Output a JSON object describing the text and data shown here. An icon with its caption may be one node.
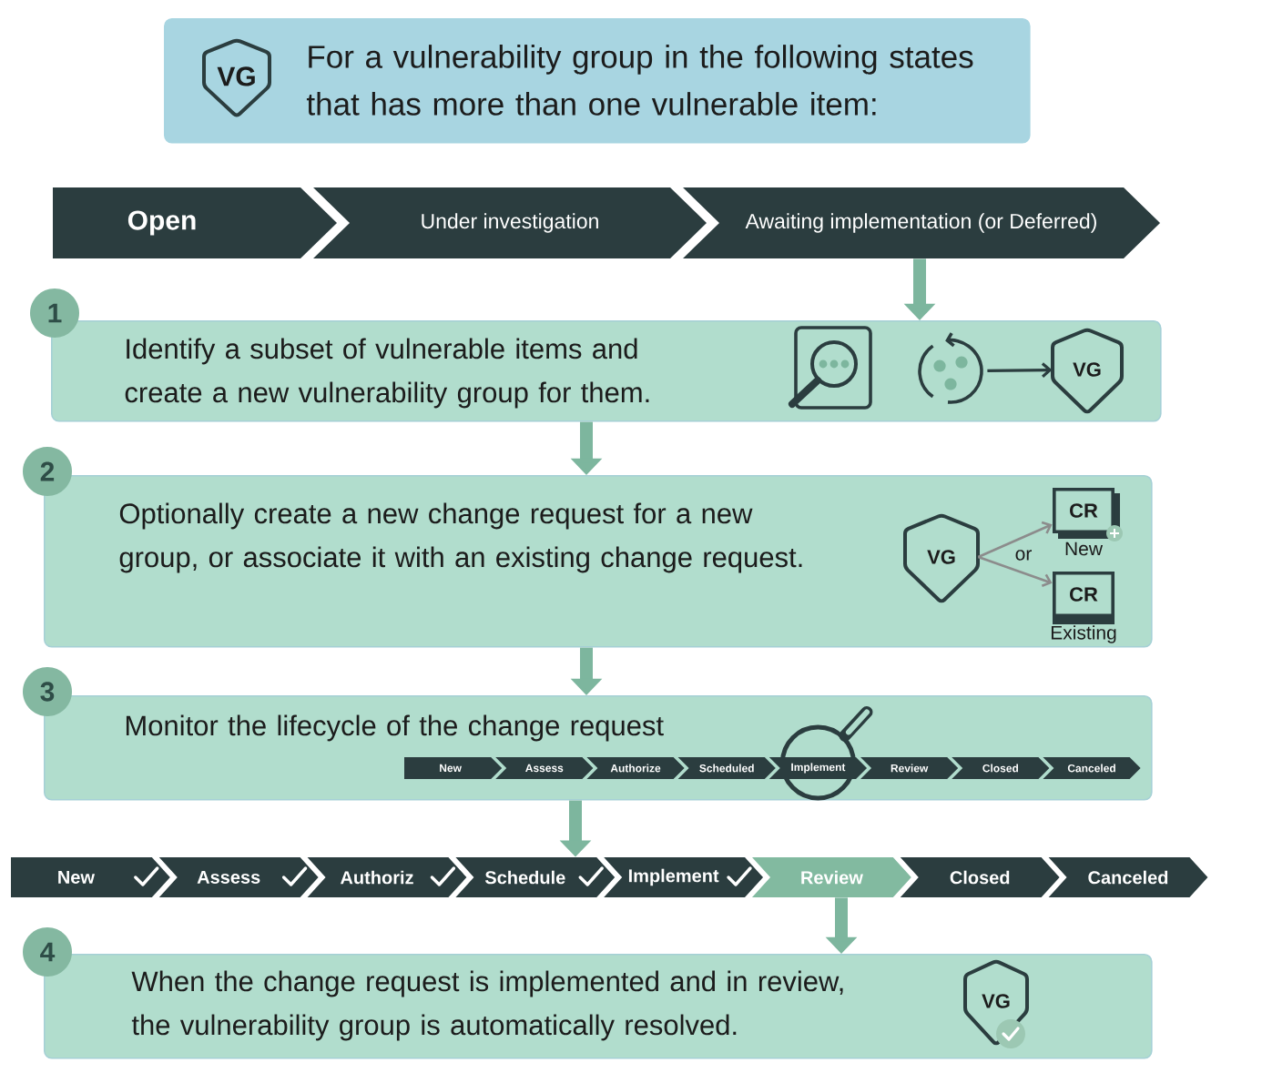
{
  "diagram": {
    "nodes": [
      {
        "text": [
          "For a vulnerability group in the following states that has more than one vulnerable item:"
        ]
      },
      {
        "text": [
          "VG"
        ],
        "in": 0
      },
      {
        "text": [
          "Open"
        ]
      },
      {
        "text": [
          "Under investigation"
        ]
      },
      {
        "text": [
          "Awaiting implementation (or Deferred)"
        ]
      },
      {
        "text": [
          "1"
        ]
      },
      {
        "text": [
          "Identify a subset of vulnerable items and create a new vulnerability group for them."
        ]
      },
      {
        "text": [],
        "shape": "picture",
        "in": 6
      },
      {
        "text": [
          "VG"
        ],
        "in": 6
      },
      {
        "text": [
          "2"
        ]
      },
      {
        "text": [
          "Optionally create a new change request for a new group, or associate it with an existing change request."
        ]
      },
      {
        "text": [
          "VG"
        ],
        "in": 10
      },
      {
        "text": [
          "CR"
        ],
        "beside": [
          "New"
        ],
        "in": 10
      },
      {
        "text": [
          "CR"
        ],
        "beside": [
          "Existing"
        ],
        "in": 10
      },
      {
        "text": [
          "3"
        ]
      },
      {
        "text": [
          "Monitor the lifecycle of the change request"
        ]
      },
      {
        "text": [
          "New"
        ],
        "in": 15
      },
      {
        "text": [
          "Assess"
        ],
        "in": 15
      },
      {
        "text": [
          "Authorize"
        ],
        "in": 15
      },
      {
        "text": [
          "Scheduled"
        ],
        "in": 15
      },
      {
        "text": [
          "Implement"
        ],
        "in": 15
      },
      {
        "text": [
          "Review"
        ],
        "in": 15
      },
      {
        "text": [
          "Closed"
        ],
        "in": 15
      },
      {
        "text": [
          "Canceled"
        ],
        "in": 15
      },
      {
        "text": [
          "New"
        ]
      },
      {
        "text": [
          "Assess"
        ]
      },
      {
        "text": [
          "Authoriz"
        ]
      },
      {
        "text": [
          "Schedule"
        ]
      },
      {
        "text": [
          "Implement"
        ]
      },
      {
        "text": [
          "Review"
        ]
      },
      {
        "text": [
          "Closed"
        ]
      },
      {
        "text": [
          "Canceled"
        ]
      },
      {
        "text": [
          "4"
        ]
      },
      {
        "text": [
          "When the change request is implemented and in review, the vulnerability group is automatically resolved."
        ]
      },
      {
        "text": [
          "VG"
        ],
        "in": 33
      }
    ],
    "edges": [
      {
        "from": 4,
        "to": 6,
        "arrow": "to"
      },
      {
        "from": 6,
        "to": 10,
        "arrow": "to"
      },
      {
        "from": 10,
        "to": 15,
        "arrow": "to"
      },
      {
        "from": 15,
        "to": 27,
        "arrow": "to"
      },
      {
        "from": 29,
        "to": 33,
        "arrow": "to"
      },
      {
        "from": 7,
        "to": 8,
        "arrow": "to",
        "color": "#2b3d3f"
      },
      {
        "from": 11,
        "to": 12,
        "arrow": "to",
        "color": "#8c8c8c"
      },
      {
        "from": 11,
        "to": 13,
        "arrow": "to",
        "color": "#8c8c8c"
      }
    ],
    "labels": [
      "or"
    ]
  }
}
